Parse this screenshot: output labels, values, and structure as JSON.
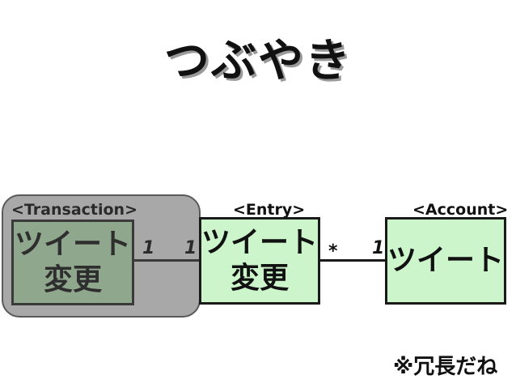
{
  "title": "つぶやき",
  "classes": [
    {
      "stereotype": "<Transaction>",
      "label": "ツイート\n変更"
    },
    {
      "stereotype": "<Entry>",
      "label": "ツイート\n変更"
    },
    {
      "stereotype": "<Account>",
      "label": "ツイート"
    }
  ],
  "associations": [
    {
      "from_multiplicity": "1",
      "to_multiplicity": "1"
    },
    {
      "from_multiplicity": "*",
      "to_multiplicity": "1"
    }
  ],
  "note": "※冗長だね",
  "colors": {
    "highlight_fill": "#a8a8a8",
    "faded_box_fill": "#8fa78c",
    "box_fill": "#ccf5cb"
  }
}
